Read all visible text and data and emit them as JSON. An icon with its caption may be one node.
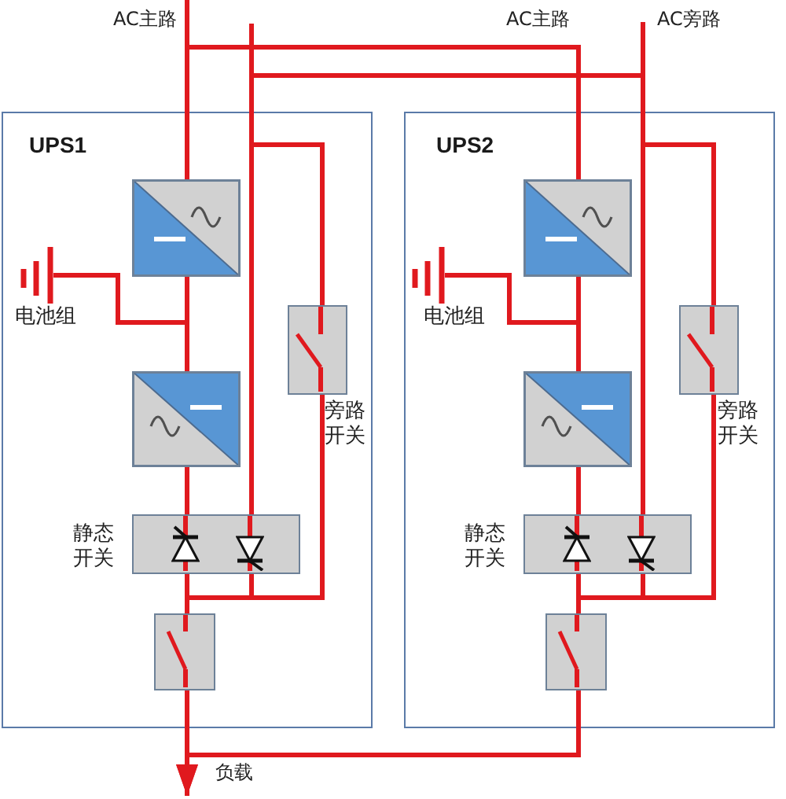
{
  "diagram": {
    "nodes": [
      {
        "text": [
          "UPS1"
        ]
      },
      {
        "text": [],
        "shape": "box",
        "in": 0
      },
      {
        "text": [],
        "shape": "battery",
        "in": 0,
        "beside": [
          "电池组"
        ]
      },
      {
        "text": [],
        "shape": "box",
        "in": 0,
        "beside": [
          "旁路开关"
        ]
      },
      {
        "text": [],
        "shape": "box",
        "in": 0
      },
      {
        "text": [],
        "shape": "box",
        "in": 0,
        "beside": [
          "静态开关"
        ]
      },
      {
        "text": [],
        "shape": "box",
        "in": 0
      },
      {
        "text": [
          "UPS2"
        ]
      },
      {
        "text": [],
        "shape": "box",
        "in": 7
      },
      {
        "text": [],
        "shape": "battery",
        "in": 7,
        "beside": [
          "电池组"
        ]
      },
      {
        "text": [],
        "shape": "box",
        "in": 7,
        "beside": [
          "旁路开关"
        ]
      },
      {
        "text": [],
        "shape": "box",
        "in": 7
      },
      {
        "text": [],
        "shape": "box",
        "in": 7,
        "beside": [
          "静态开关"
        ]
      },
      {
        "text": [],
        "shape": "box",
        "in": 7
      }
    ],
    "edges": [
      {
        "from": null,
        "to": 1,
        "arrow": "none",
        "label": "AC主路"
      },
      {
        "from": null,
        "to": 8,
        "arrow": "none",
        "label": "AC主路"
      },
      {
        "from": null,
        "to": 12,
        "arrow": "none",
        "label": "AC旁路"
      },
      {
        "from": null,
        "to": 5,
        "arrow": "none"
      },
      {
        "from": null,
        "to": 3,
        "arrow": "none"
      },
      {
        "from": null,
        "to": 10,
        "arrow": "none"
      },
      {
        "from": 1,
        "to": 4,
        "arrow": "none"
      },
      {
        "from": 2,
        "to": 4,
        "arrow": "none"
      },
      {
        "from": 4,
        "to": 5,
        "arrow": "none"
      },
      {
        "from": 5,
        "to": 6,
        "arrow": "none"
      },
      {
        "from": 3,
        "to": 6,
        "arrow": "none"
      },
      {
        "from": 6,
        "to": null,
        "arrow": "to",
        "label": "负载"
      },
      {
        "from": 8,
        "to": 11,
        "arrow": "none"
      },
      {
        "from": 9,
        "to": 11,
        "arrow": "none"
      },
      {
        "from": 11,
        "to": 12,
        "arrow": "none"
      },
      {
        "from": 12,
        "to": 13,
        "arrow": "none"
      },
      {
        "from": 10,
        "to": 13,
        "arrow": "none"
      },
      {
        "from": 13,
        "to": null,
        "arrow": "to"
      }
    ]
  }
}
